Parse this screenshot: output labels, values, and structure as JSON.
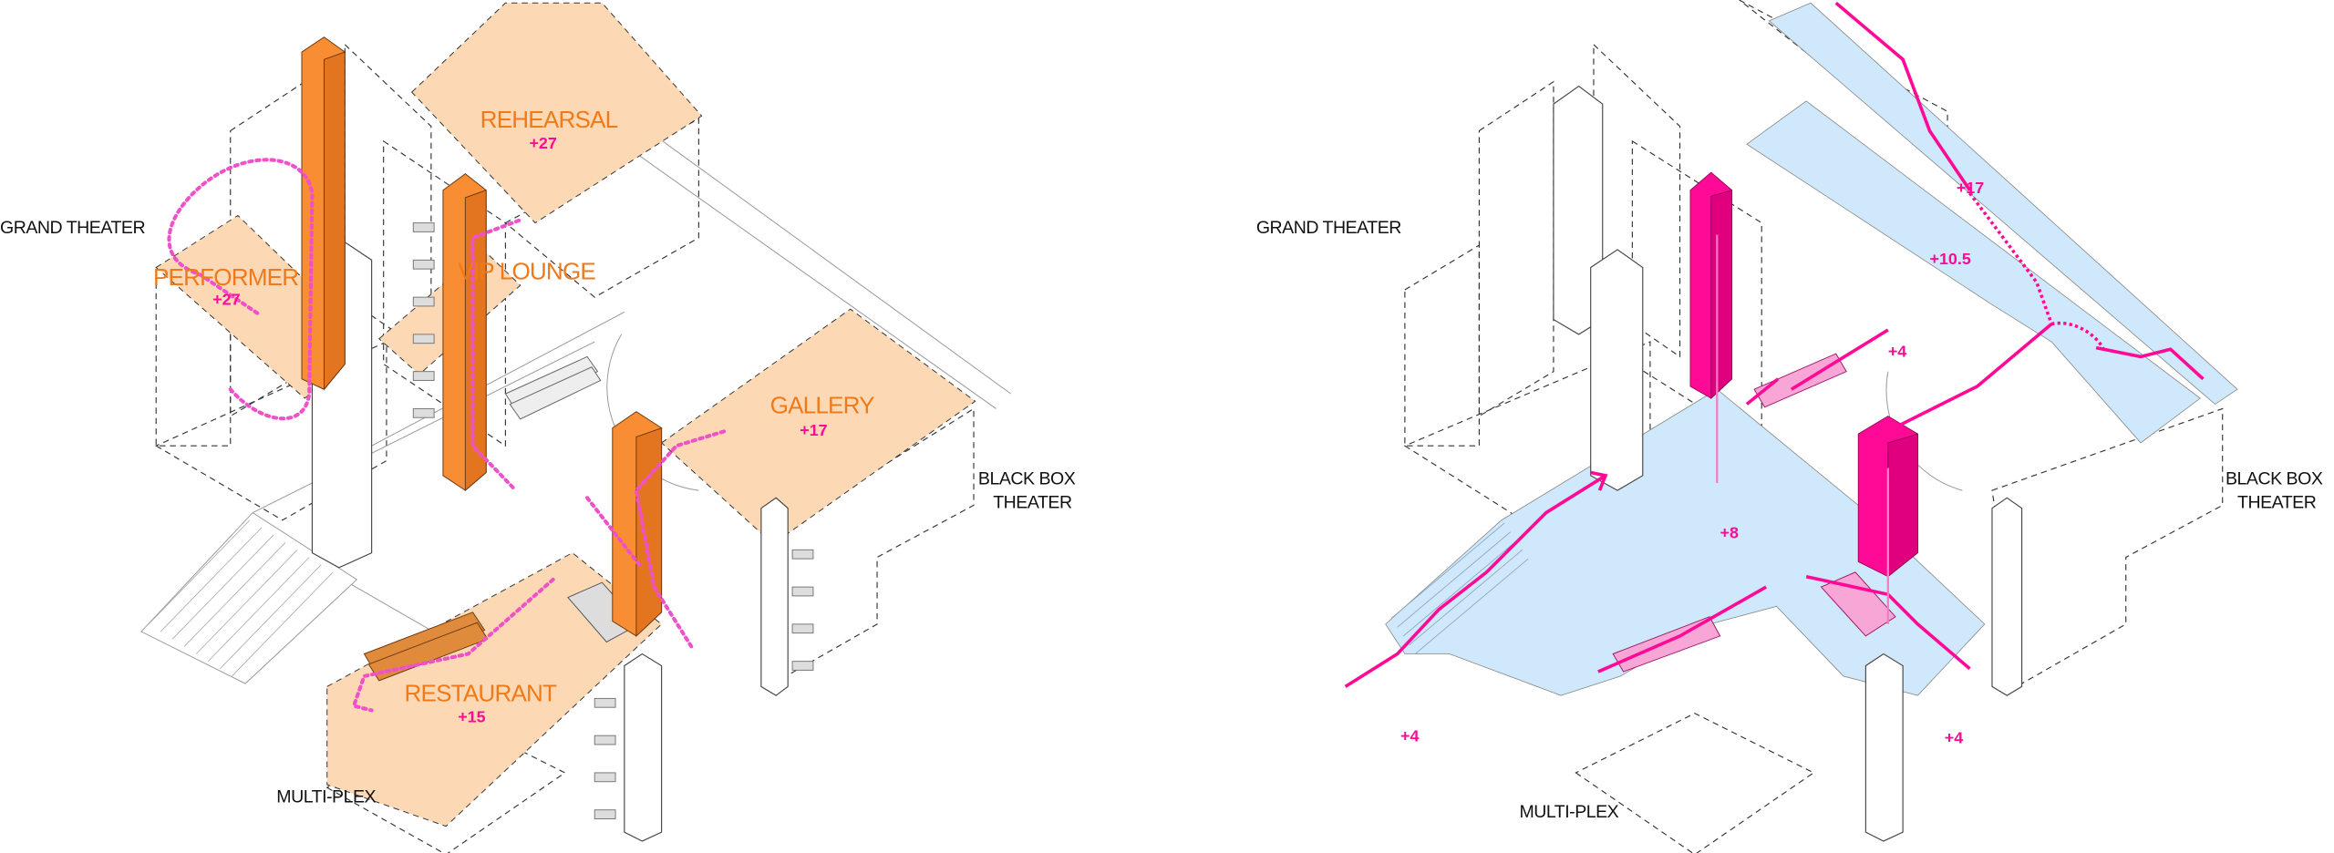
{
  "colors": {
    "program_fill": "#fcd9b4",
    "program_text": "#f07a1a",
    "core_orange": "#f98d33",
    "circulation_pink": "#f050c8",
    "magenta": "#ff0a96",
    "floor_blue": "#cfe8fb",
    "core_magenta": "#ff0a96"
  },
  "left": {
    "labels": {
      "grand_theater": "GRAND THEATER",
      "black_box_1": "BLACK BOX",
      "black_box_2": "THEATER",
      "multiplex": "MULTI-PLEX"
    },
    "rooms": {
      "rehearsal": {
        "name": "REHEARSAL",
        "level": "+27"
      },
      "performer": {
        "name": "PERFORMER",
        "level": "+27"
      },
      "vip": {
        "name": "VIP LOUNGE"
      },
      "gallery": {
        "name": "GALLERY",
        "level": "+17"
      },
      "restaurant": {
        "name": "RESTAURANT",
        "level": "+15"
      }
    }
  },
  "right": {
    "labels": {
      "grand_theater": "GRAND THEATER",
      "black_box_1": "BLACK BOX",
      "black_box_2": "THEATER",
      "multiplex": "MULTI-PLEX"
    },
    "levels": {
      "upper_bridge": "+17",
      "mid_bridge": "+10.5",
      "escalator_top": "+4",
      "plaza": "+8",
      "entry_left": "+4",
      "entry_bottom": "+4"
    }
  }
}
